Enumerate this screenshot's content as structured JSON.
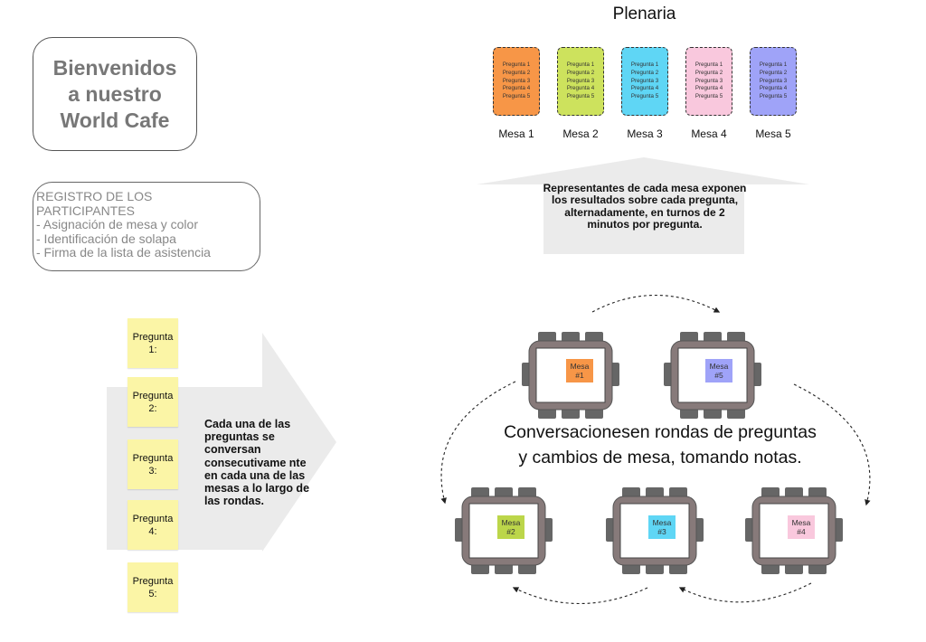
{
  "welcome": {
    "lines": [
      "Bienvenidos",
      "a nuestro",
      "World Cafe"
    ]
  },
  "registro": {
    "lines": [
      "REGISTRO DE LOS",
      "PARTICIPANTES",
      "- Asignación de mesa y color",
      "- Identificación de solapa",
      "- Firma de la lista de asistencia"
    ]
  },
  "preguntas": [
    {
      "l1": "Pregunta",
      "l2": "1:"
    },
    {
      "l1": "Pregunta",
      "l2": "2:"
    },
    {
      "l1": "Pregunta",
      "l2": "3:"
    },
    {
      "l1": "Pregunta",
      "l2": "4:"
    },
    {
      "l1": "Pregunta",
      "l2": "5:"
    }
  ],
  "arrow_text": "Cada una de las preguntas se conversan consecutivame nte en cada una de las mesas a lo largo de las rondas.",
  "plenaria": {
    "title": "Plenaria",
    "card_items": [
      "Pregunta 1",
      "Pregunta 2",
      "Pregunta 3",
      "Pregunta 4",
      "Pregunta 5"
    ],
    "mesas": [
      {
        "label": "Mesa 1",
        "color": "#f79647"
      },
      {
        "label": "Mesa 2",
        "color": "#cde25d"
      },
      {
        "label": "Mesa 3",
        "color": "#5fd6f5"
      },
      {
        "label": "Mesa 4",
        "color": "#f9c8dd"
      },
      {
        "label": "Mesa 5",
        "color": "#9fa3f8"
      }
    ],
    "up_text": "Representantes de cada mesa exponen los resultados sobre cada pregunta, alternadamente, en turnos de 2 minutos por pregunta."
  },
  "conversaciones": {
    "line1": "Conversacionesen rondas de preguntas",
    "line2": "y cambios de mesa, tomando  notas."
  },
  "tables": [
    {
      "l1": "Mesa",
      "l2": "#1",
      "color": "#f79647"
    },
    {
      "l1": "Mesa",
      "l2": "#5",
      "color": "#9fa3f8"
    },
    {
      "l1": "Mesa",
      "l2": "#2",
      "color": "#bcd64a"
    },
    {
      "l1": "Mesa",
      "l2": "#3",
      "color": "#5fd6f5"
    },
    {
      "l1": "Mesa",
      "l2": "#4",
      "color": "#f9c8dd"
    }
  ]
}
